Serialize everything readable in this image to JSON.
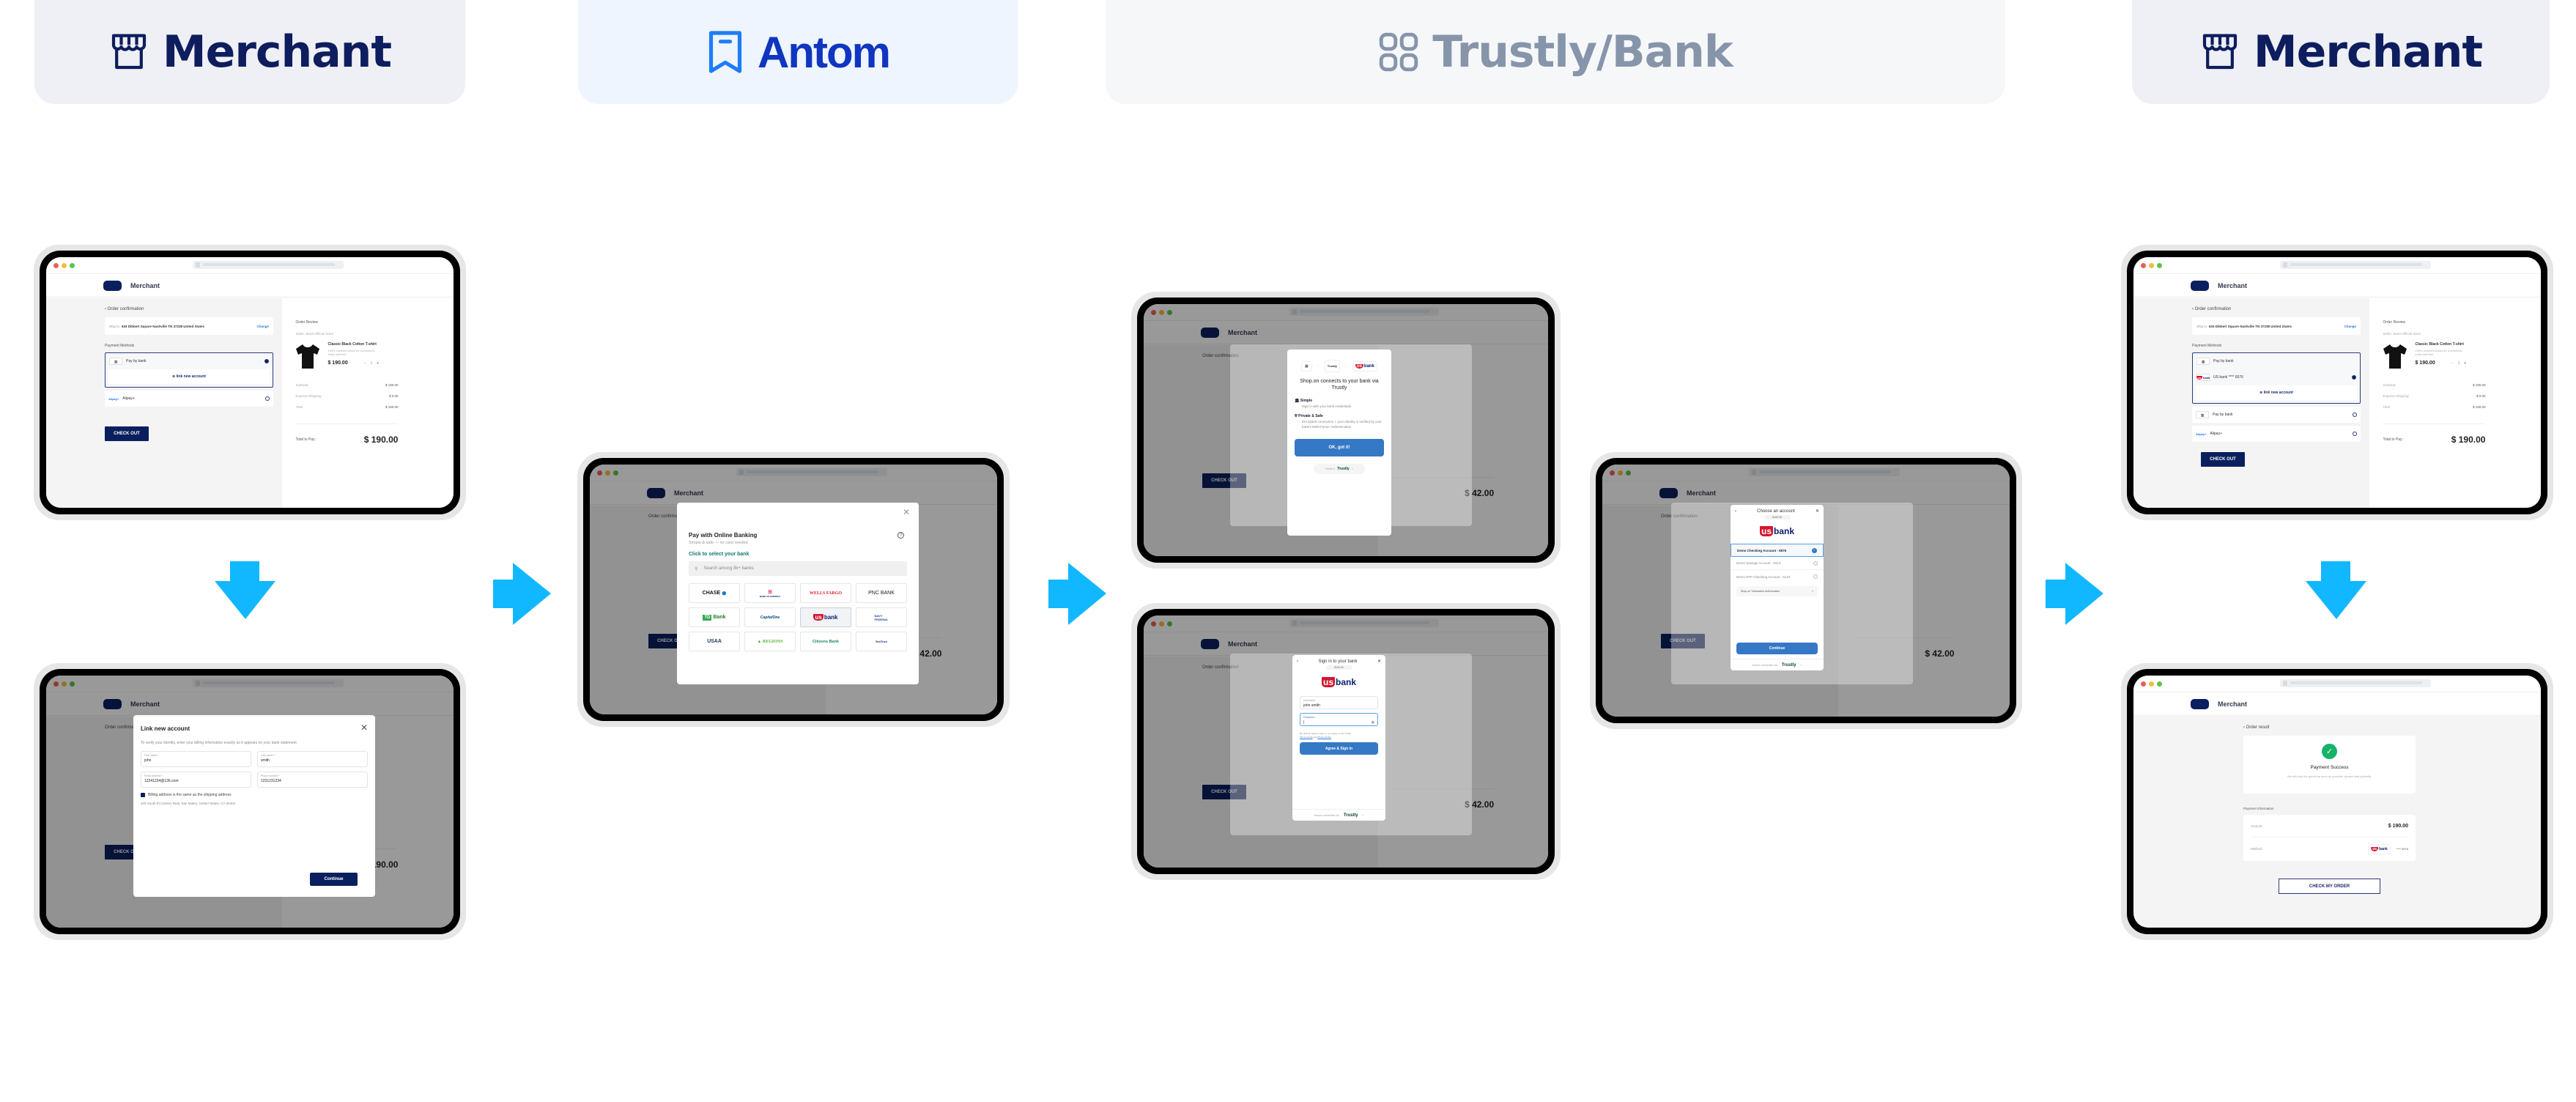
{
  "lanes": [
    {
      "id": "merchant-1",
      "title": "Merchant",
      "icon": "storefront-icon"
    },
    {
      "id": "antom",
      "title": "Antom",
      "icon": "bookmark-icon"
    },
    {
      "id": "trustly",
      "title": "Trustly/Bank",
      "icon": "grid-icon"
    },
    {
      "id": "merchant-2",
      "title": "Merchant",
      "icon": "storefront-icon"
    }
  ],
  "colors": {
    "arrow": "#12b8ff",
    "merchant_navy": "#0d1d5e",
    "antom_blue": "#1035c0",
    "trustly_gray": "#8795ab",
    "bank_button_blue": "#3578c6",
    "success_green": "#17b26a"
  },
  "common": {
    "app_name": "Merchant",
    "order_confirmation": "Order confirmation",
    "ship_to_label": "Ship to",
    "ship_to_address": "633 Dibbert Square Nashville TN 37238 United States",
    "change": "Change",
    "payment_methods": "Payment Methods",
    "pay_by_bank": "Pay by bank",
    "link_new_account": "link new account",
    "alipay": "Alipay+",
    "alipay_logo": "Alipay+",
    "check_out": "CHECK OUT",
    "order_review": "Order Review",
    "seller": "Seller: Brant Official Store",
    "product_name": "Classic Black Cotton T-shirt",
    "product_desc": "100% combed cotton for a premium, extra-soft feel.",
    "product_price": "$ 190.00",
    "qty": "1",
    "subtotal_label": "Subtotal:",
    "subtotal": "$ 190.00",
    "shipping_label": "Express Shipping",
    "shipping": "$ 0.00",
    "total_label": "Total",
    "total": "$ 190.00",
    "total_to_pay_label": "Total to Pay :",
    "total_to_pay": "$ 190.00",
    "bg_total_to_pay": "$ 42.00",
    "bg_subtotal": "$ 42.00",
    "bg_total": "$ 42.00"
  },
  "screen1": {
    "step": "Checkout - select Pay by bank"
  },
  "screen2": {
    "modal_title": "Link new account",
    "instructions": "To verify your identity, enter your billing information exactly as it appears on your bank statement",
    "first_name_label": "First name",
    "first_name": "john",
    "last_name_label": "Last name",
    "last_name": "smith",
    "email_label": "Email address",
    "email": "12341234@136.com",
    "phone_label": "Phone number",
    "phone": "1231231234",
    "billing_same": "Billing address is the same as the shipping address",
    "billing_address": "400 South El Camino Real, San Mateo, United States, CA 94402",
    "continue": "Continue"
  },
  "screen3": {
    "title": "Pay with Online Banking",
    "subtitle": "Simple & safe — no card needed",
    "select_bank": "Click to select your bank",
    "search_placeholder": "Search among 8k+ banks",
    "banks": [
      "CHASE",
      "BANK OF AMERICA",
      "WELLS FARGO",
      "PNC BANK",
      "TD Bank",
      "Capital One",
      "usbank",
      "NAVY FEDERAL",
      "USAA",
      "REGIONS",
      "Citizens Bank",
      "SunTrust"
    ],
    "selected_bank": "usbank"
  },
  "screen4": {
    "headline": "Shop.on connects to your bank via Trustly",
    "trustly_label": "Trustly",
    "simple_title": "Simple",
    "simple_desc": "Sign in with your bank credentials",
    "private_title": "Private & Safe",
    "private_desc": "Encrypted connection + your identity is verified by your bank's Multi-Factor Authentication",
    "ok_button": "OK, got it!",
    "what_is": "What is",
    "trustly_brand": "Trustly"
  },
  "screen5": {
    "title": "Sign in to your bank",
    "amount": "$190.00",
    "username_label": "Username",
    "username": "john smith",
    "password_label": "Password",
    "password": "",
    "terms": "By clicking 'Agree & Sign in', you agree to the Trustly",
    "terms_link": "Terms of Use",
    "and": "and",
    "privacy_link": "Privacy Policy",
    "agree_button": "Agree & Sign in",
    "secure_via": "Secure connection via",
    "trustly_brand": "Trustly"
  },
  "screen6": {
    "title": "Choose an account",
    "amount": "$190.00",
    "accounts": [
      {
        "name": "Demo Checking Account - 6576",
        "selected": true
      },
      {
        "name": "Demo Savings Account - 6213",
        "selected": false
      },
      {
        "name": "Demo RTP Checking Account - 6123",
        "selected": false
      }
    ],
    "authorization": "Shop.on Transaction Authorization",
    "continue": "Continue",
    "secure_via": "Secure connection via",
    "trustly_brand": "Trustly"
  },
  "screen7": {
    "linked_account": "US bank **** 6576",
    "bank_logo": "usbank"
  },
  "screen8": {
    "order_result": "Order result",
    "success_title": "Payment Success",
    "success_desc": "We will ship the goods as soon as possible, please wait patiently.",
    "payment_info": "Payment Information",
    "amount_label": "Amount",
    "amount": "$ 190.00",
    "method_label": "Method",
    "method_logo": "usbank",
    "method_account": "**** 6576",
    "check_order": "CHECK MY ORDER"
  }
}
